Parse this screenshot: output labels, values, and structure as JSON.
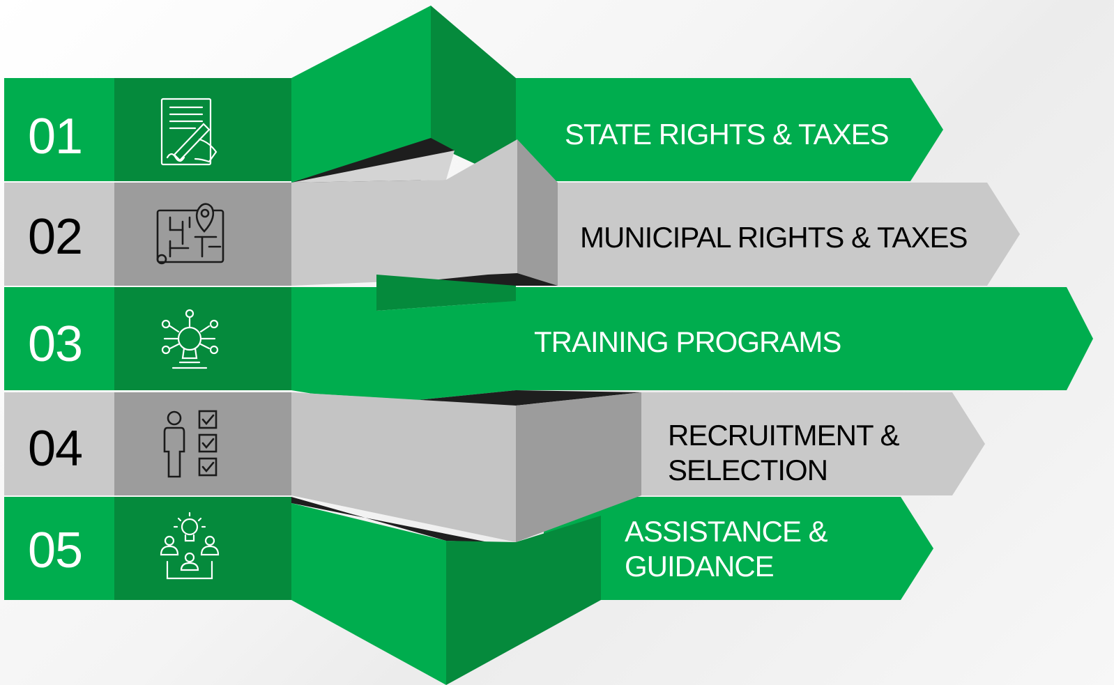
{
  "colors": {
    "green": "#00AD4E",
    "green_dark": "#058A3C",
    "gray": "#C8C8C8",
    "gray_dark": "#9C9C9C",
    "shadow": "#1E1E1E"
  },
  "steps": [
    {
      "number": "01",
      "label": "STATE RIGHTS & TAXES",
      "icon": "contract-signing-icon",
      "theme": "green"
    },
    {
      "number": "02",
      "label": "MUNICIPAL RIGHTS & TAXES",
      "icon": "map-location-pin-icon",
      "theme": "gray"
    },
    {
      "number": "03",
      "label": "TRAINING PROGRAMS",
      "icon": "network-lightbulb-icon",
      "theme": "green"
    },
    {
      "number": "04",
      "label": "RECRUITMENT &\nSELECTION",
      "icon": "person-checklist-icon",
      "theme": "gray"
    },
    {
      "number": "05",
      "label": "ASSISTANCE &\nGUIDANCE",
      "icon": "team-idea-icon",
      "theme": "green"
    }
  ]
}
